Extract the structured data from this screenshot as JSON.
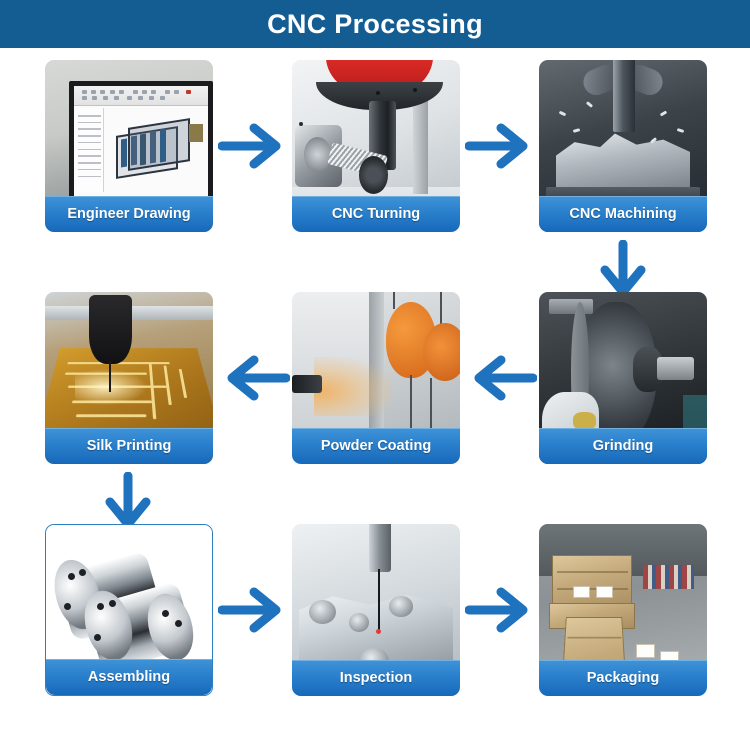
{
  "header": {
    "title": "CNC Processing",
    "background_color": "#145d93",
    "text_color": "#ffffff"
  },
  "theme": {
    "arrow_color": "#1f72bd",
    "label_gradient_top": "#3f93d8",
    "label_gradient_bottom": "#1769ba",
    "card_border_color": "#2f7fbf",
    "page_background": "#ffffff"
  },
  "flow": {
    "direction_note": "serpentine: row 1 left-to-right, row 2 right-to-left, row 3 left-to-right",
    "rows": [
      {
        "arrow_direction": "right",
        "cards": [
          {
            "label": "Engineer Drawing",
            "photo": "engineer-drawing",
            "bordered": false
          },
          {
            "label": "CNC Turning",
            "photo": "cnc-turning",
            "bordered": false
          },
          {
            "label": "CNC Machining",
            "photo": "cnc-machining",
            "bordered": false
          }
        ],
        "connector_after": {
          "type": "down-arrow",
          "side": "right"
        }
      },
      {
        "arrow_direction": "left",
        "cards": [
          {
            "label": "Silk Printing",
            "photo": "silk-printing",
            "bordered": false
          },
          {
            "label": "Powder Coating",
            "photo": "powder-coating",
            "bordered": false
          },
          {
            "label": "Grinding",
            "photo": "grinding",
            "bordered": false
          }
        ],
        "connector_after": {
          "type": "down-arrow",
          "side": "left"
        }
      },
      {
        "arrow_direction": "right",
        "cards": [
          {
            "label": "Assembling",
            "photo": "assembling",
            "bordered": true
          },
          {
            "label": "Inspection",
            "photo": "inspection",
            "bordered": false
          },
          {
            "label": "Packaging",
            "photo": "packaging",
            "bordered": false
          }
        ],
        "connector_after": null
      }
    ]
  },
  "steps_sequence": [
    "Engineer Drawing",
    "CNC Turning",
    "CNC Machining",
    "Grinding",
    "Powder Coating",
    "Silk Printing",
    "Assembling",
    "Inspection",
    "Packaging"
  ]
}
